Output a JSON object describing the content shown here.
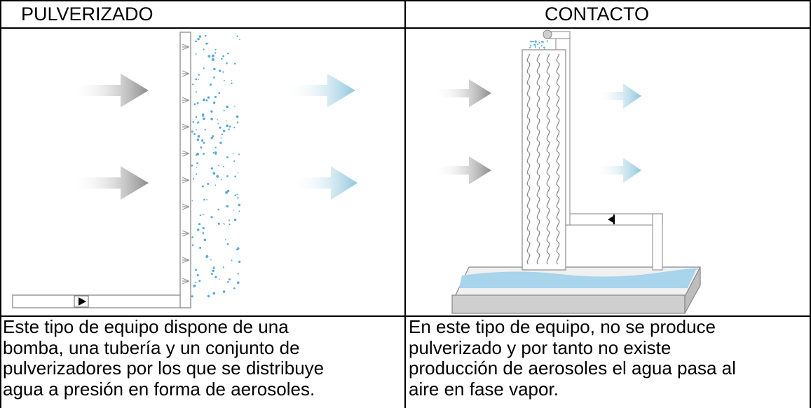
{
  "columns": [
    {
      "title": "PULVERIZADO",
      "description_lines": [
        "Este tipo de equipo dispone de una",
        "bomba, una tubería y un conjunto de",
        "pulverizadores por los que se distribuye",
        "agua a presión en forma de aerosoles."
      ]
    },
    {
      "title": "CONTACTO",
      "description_lines": [
        "En este tipo de equipo, no se produce",
        "pulverizado y por tanto no existe",
        "producción de aerosoles el agua pasa al",
        "aire en fase vapor."
      ]
    }
  ],
  "colors": {
    "incoming_air": "#8a8a8a",
    "outgoing_air": "#8fc6dd",
    "water": "#a8d4ec",
    "droplets": "#5aaad6",
    "tank": "#cfcfcf"
  }
}
